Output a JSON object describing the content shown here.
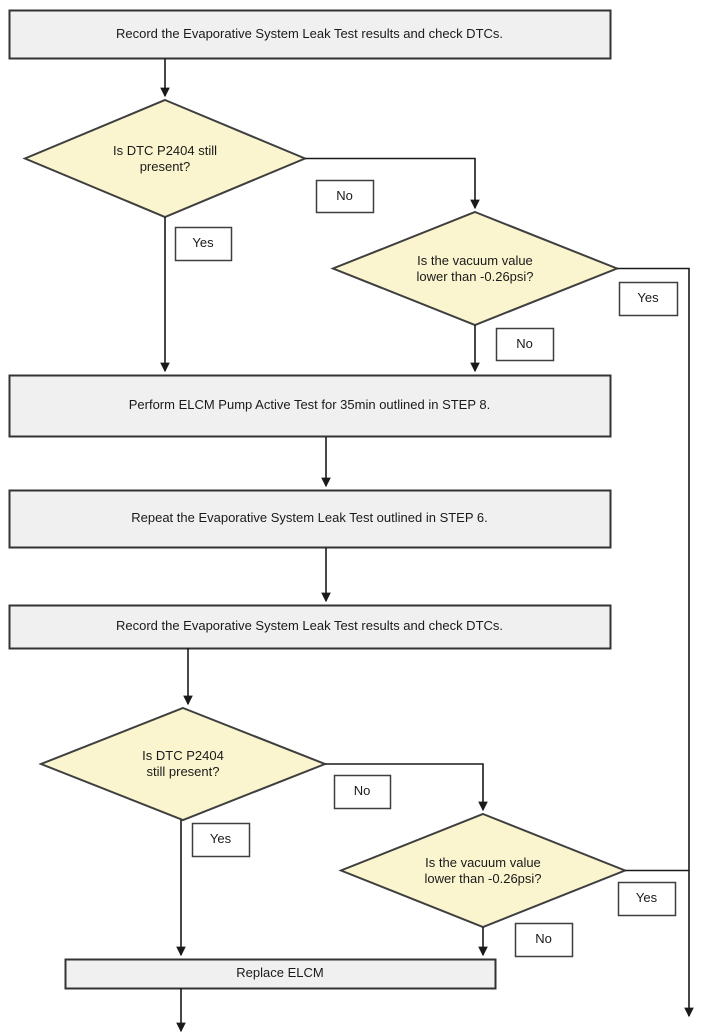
{
  "diagram": {
    "title": "ELCM / Evaporative System Leak Test diagnostic flowchart",
    "colors": {
      "process_fill": "#f0f0f0",
      "process_stroke": "#333333",
      "decision_fill": "#faf5ce",
      "decision_stroke": "#3f3f3f",
      "label_fill": "#ffffff",
      "label_stroke": "#3f3f3f",
      "connector": "#1a1a1a",
      "background": "#ffffff"
    },
    "nodes": {
      "process_record_1": {
        "type": "process",
        "text": "Record the Evaporative System Leak Test results and check DTCs."
      },
      "decision_dtc_1": {
        "type": "decision",
        "text": "Is DTC P2404 still\npresent?"
      },
      "decision_vacuum_1": {
        "type": "decision",
        "text": "Is the vacuum value\nlower than -0.26psi?"
      },
      "process_pump_test": {
        "type": "process",
        "text": "Perform ELCM Pump Active Test for 35min outlined in STEP 8."
      },
      "process_repeat_leak_test": {
        "type": "process",
        "text": "Repeat the Evaporative System Leak Test outlined in STEP 6."
      },
      "process_record_2": {
        "type": "process",
        "text": "Record the Evaporative System Leak Test results and check DTCs."
      },
      "decision_dtc_2": {
        "type": "decision",
        "text": "Is DTC P2404\nstill present?"
      },
      "decision_vacuum_2": {
        "type": "decision",
        "text": "Is the vacuum value\nlower than -0.26psi?"
      },
      "process_replace_elcm": {
        "type": "process",
        "text": "Replace ELCM"
      }
    },
    "edge_labels": {
      "dtc1_no": "No",
      "dtc1_yes": "Yes",
      "vacuum1_yes": "Yes",
      "vacuum1_no": "No",
      "dtc2_no": "No",
      "dtc2_yes": "Yes",
      "vacuum2_yes": "Yes",
      "vacuum2_no": "No"
    }
  }
}
